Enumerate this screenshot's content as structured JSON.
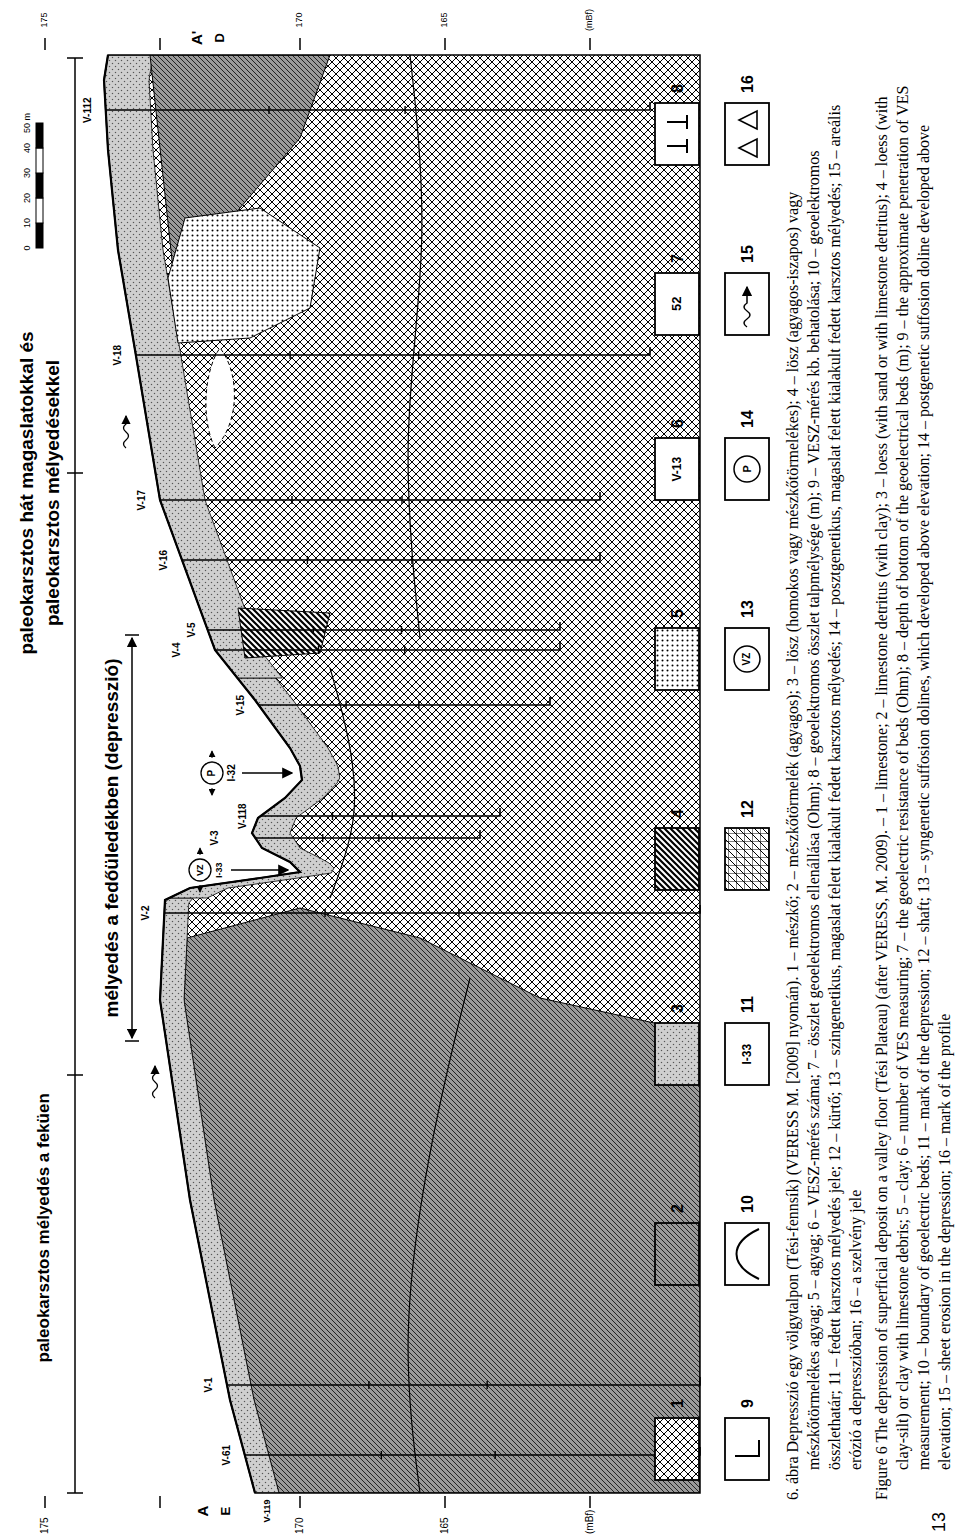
{
  "diagram": {
    "caption": "6. ábra Depresszió egy völgytalpon (Tési-fennsík) (VERESS M. [2009] nyomán). 1 – mészkő; 2 – mészkőtörmelék (agyagos); 3 – lösz (homokos vagy mészkőtörmelékes); 4 – lösz (agyagos-iszapos) vagy mészkőtörmelékes agyag; 5 – agyag; 6 – VESZ-mérés száma; 7 – összlet geoelektromos ellenállása (Ohm); 8 – geoelektromos összlet talpmélysége (m); 9 – VESZ-mérés kb. behatolása; 10 – geoelektromos összlethatár; 11 – fedett karsztos mélyedés jele; 12 – kürtő; 13 – szingenetikus, magaslat felett kialakult fedett karsztos mélyedés; 14 – posztgenetikus, magaslat felett kialakult fedett karsztos mélyedés; 15 – areális erózió a depresszióban; 16 – a szelvény jele",
    "labels": [
      "paleokarsztos mélyedés a feküen",
      "mélyedés a fedőüledékben (depresszió)",
      "paleokarsztos hát magaslatokkal és paleokarsztos mélyedésekkel",
      "A",
      "E",
      "V-119",
      "A'",
      "D",
      "V-61",
      "V-1",
      "V-2",
      "V-3",
      "V-118",
      "V-15",
      "V-4",
      "V-5",
      "V-16",
      "V-17",
      "V-18",
      "V-112",
      "VZ",
      "I-33",
      "P",
      "I-32",
      "175",
      "170",
      "165",
      "(mBf)",
      "175",
      "170",
      "165",
      "(mBf)",
      "0",
      "10",
      "20",
      "30",
      "40",
      "50 m",
      "V-13",
      "52",
      "I-33",
      "VZ",
      "P",
      "Figure 6 The depression of superficial deposit on a valley floor (Tési Plateau) (after VERESS, M. 2009). – 1 – limestone; 2 – limestone detritus (with clay); 3 – loess (with sand or with limestone detritus); 4 – loess (with clay-silt) or clay with limestone debris; 5 – clay; 6 – number of VES measuring; 7 – the geoelectric resistance of beds (Ohm); 8 – depth of bottom of the geoelectrical beds (m); 9 – the approximate penetration of VES measurement; 10 – boundary of geoelectric beds; 11 – mark of the depression; 12 – shaft; 13 – syngenetic suffosion dolines, which developed above elevation; 14 – postgenetic suffosion doline developed above elevation; 15 – sheet erosion in the depression; 16 – mark of the profile",
      "13"
    ],
    "legend": [
      {
        "text": "1"
      },
      {
        "text": "2"
      },
      {
        "text": "3"
      },
      {
        "text": "4"
      },
      {
        "text": "5"
      },
      {
        "text": "6"
      },
      {
        "text": "7"
      },
      {
        "text": "8"
      },
      {
        "text": "9"
      },
      {
        "text": "10"
      },
      {
        "text": "11"
      },
      {
        "text": "12"
      },
      {
        "text": "13"
      },
      {
        "text": "14"
      },
      {
        "text": "15"
      },
      {
        "text": "16"
      }
    ]
  }
}
